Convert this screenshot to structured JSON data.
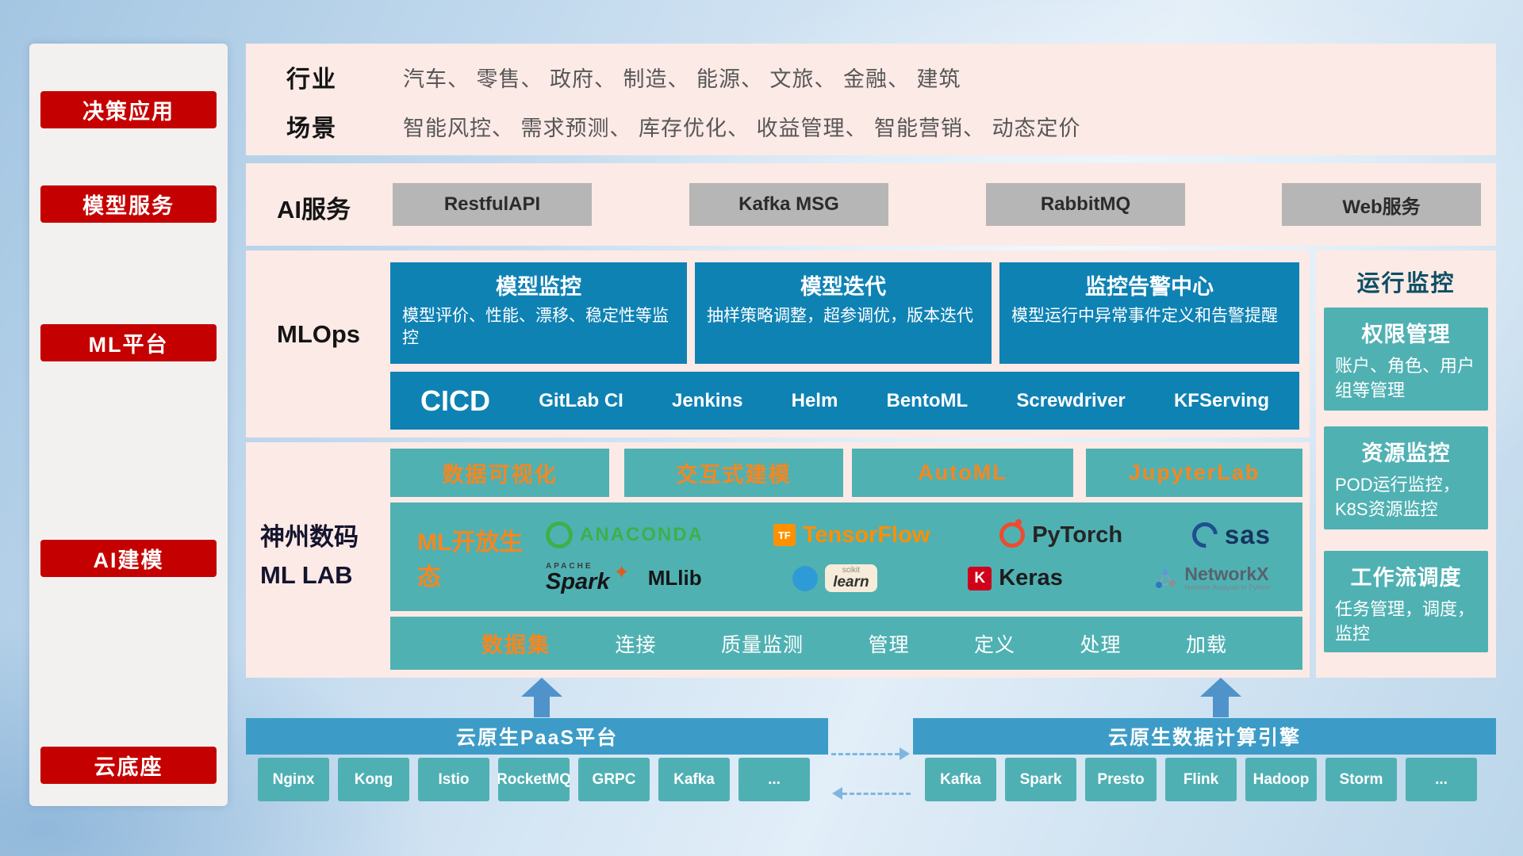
{
  "sidebar": {
    "items": [
      "决策应用",
      "模型服务",
      "ML平台",
      "AI建模",
      "云底座"
    ]
  },
  "industry_band": {
    "row1_label": "行业",
    "row1_values": "汽车、 零售、 政府、 制造、 能源、 文旅、 金融、 建筑",
    "row2_label": "场景",
    "row2_values": "智能风控、 需求预测、 库存优化、 收益管理、 智能营销、 动态定价"
  },
  "ai_service_band": {
    "label": "AI服务",
    "buttons": [
      "RestfulAPI",
      "Kafka MSG",
      "RabbitMQ",
      "Web服务"
    ]
  },
  "mlops_band": {
    "label": "MLOps",
    "cards": [
      {
        "title": "模型监控",
        "desc": "模型评价、性能、漂移、稳定性等监控"
      },
      {
        "title": "模型迭代",
        "desc": "抽样策略调整，超参调优，版本迭代"
      },
      {
        "title": "监控告警中心",
        "desc": "模型运行中异常事件定义和告警提醒"
      }
    ],
    "cicd": {
      "label": "CICD",
      "items": [
        "GitLab CI",
        "Jenkins",
        "Helm",
        "BentoML",
        "Screwdriver",
        "KFServing"
      ]
    }
  },
  "mllab_band": {
    "label_line1": "神州数码",
    "label_line2": "ML LAB",
    "top_buttons": [
      "数据可视化",
      "交互式建模",
      "AutoML",
      "JupyterLab"
    ],
    "eco_label": "ML开放生态",
    "logos": {
      "anaconda": {
        "text": "ANACONDA"
      },
      "tensorflow": {
        "icon": "TF",
        "text": "TensorFlow"
      },
      "pytorch": {
        "text": "PyTorch"
      },
      "sas": {
        "text": "sas"
      },
      "spark": {
        "apache": "APACHE",
        "text": "Spark",
        "star": "✦",
        "mllib": "MLlib"
      },
      "sklearn": {
        "scikit": "scikit",
        "text": "learn"
      },
      "keras": {
        "icon": "K",
        "text": "Keras"
      },
      "networkx": {
        "text": "NetworkX",
        "subtitle": "Network Analysis in Python"
      }
    },
    "dataset_row": {
      "label": "数据集",
      "items": [
        "连接",
        "质量监测",
        "管理",
        "定义",
        "处理",
        "加载"
      ]
    }
  },
  "monitor_panel": {
    "title": "运行监控",
    "cards": [
      {
        "title": "权限管理",
        "desc": "账户、角色、用户组等管理"
      },
      {
        "title": "资源监控",
        "desc": "POD运行监控，K8S资源监控"
      },
      {
        "title": "工作流调度",
        "desc": "任务管理，调度，监控"
      }
    ]
  },
  "bottom": {
    "paas": {
      "title": "云原生PaaS平台",
      "items": [
        "Nginx",
        "Kong",
        "Istio",
        "RocketMQ",
        "GRPC",
        "Kafka",
        "..."
      ]
    },
    "engine": {
      "title": "云原生数据计算引擎",
      "items": [
        "Kafka",
        "Spark",
        "Presto",
        "Flink",
        "Hadoop",
        "Storm",
        "..."
      ]
    }
  },
  "colors": {
    "accent_red": "#c50000",
    "band_pink": "#fceae6",
    "blue": "#0f82b4",
    "teal": "#50b1b3",
    "orange": "#f5871f",
    "bar_blue": "#3d9cc7"
  }
}
